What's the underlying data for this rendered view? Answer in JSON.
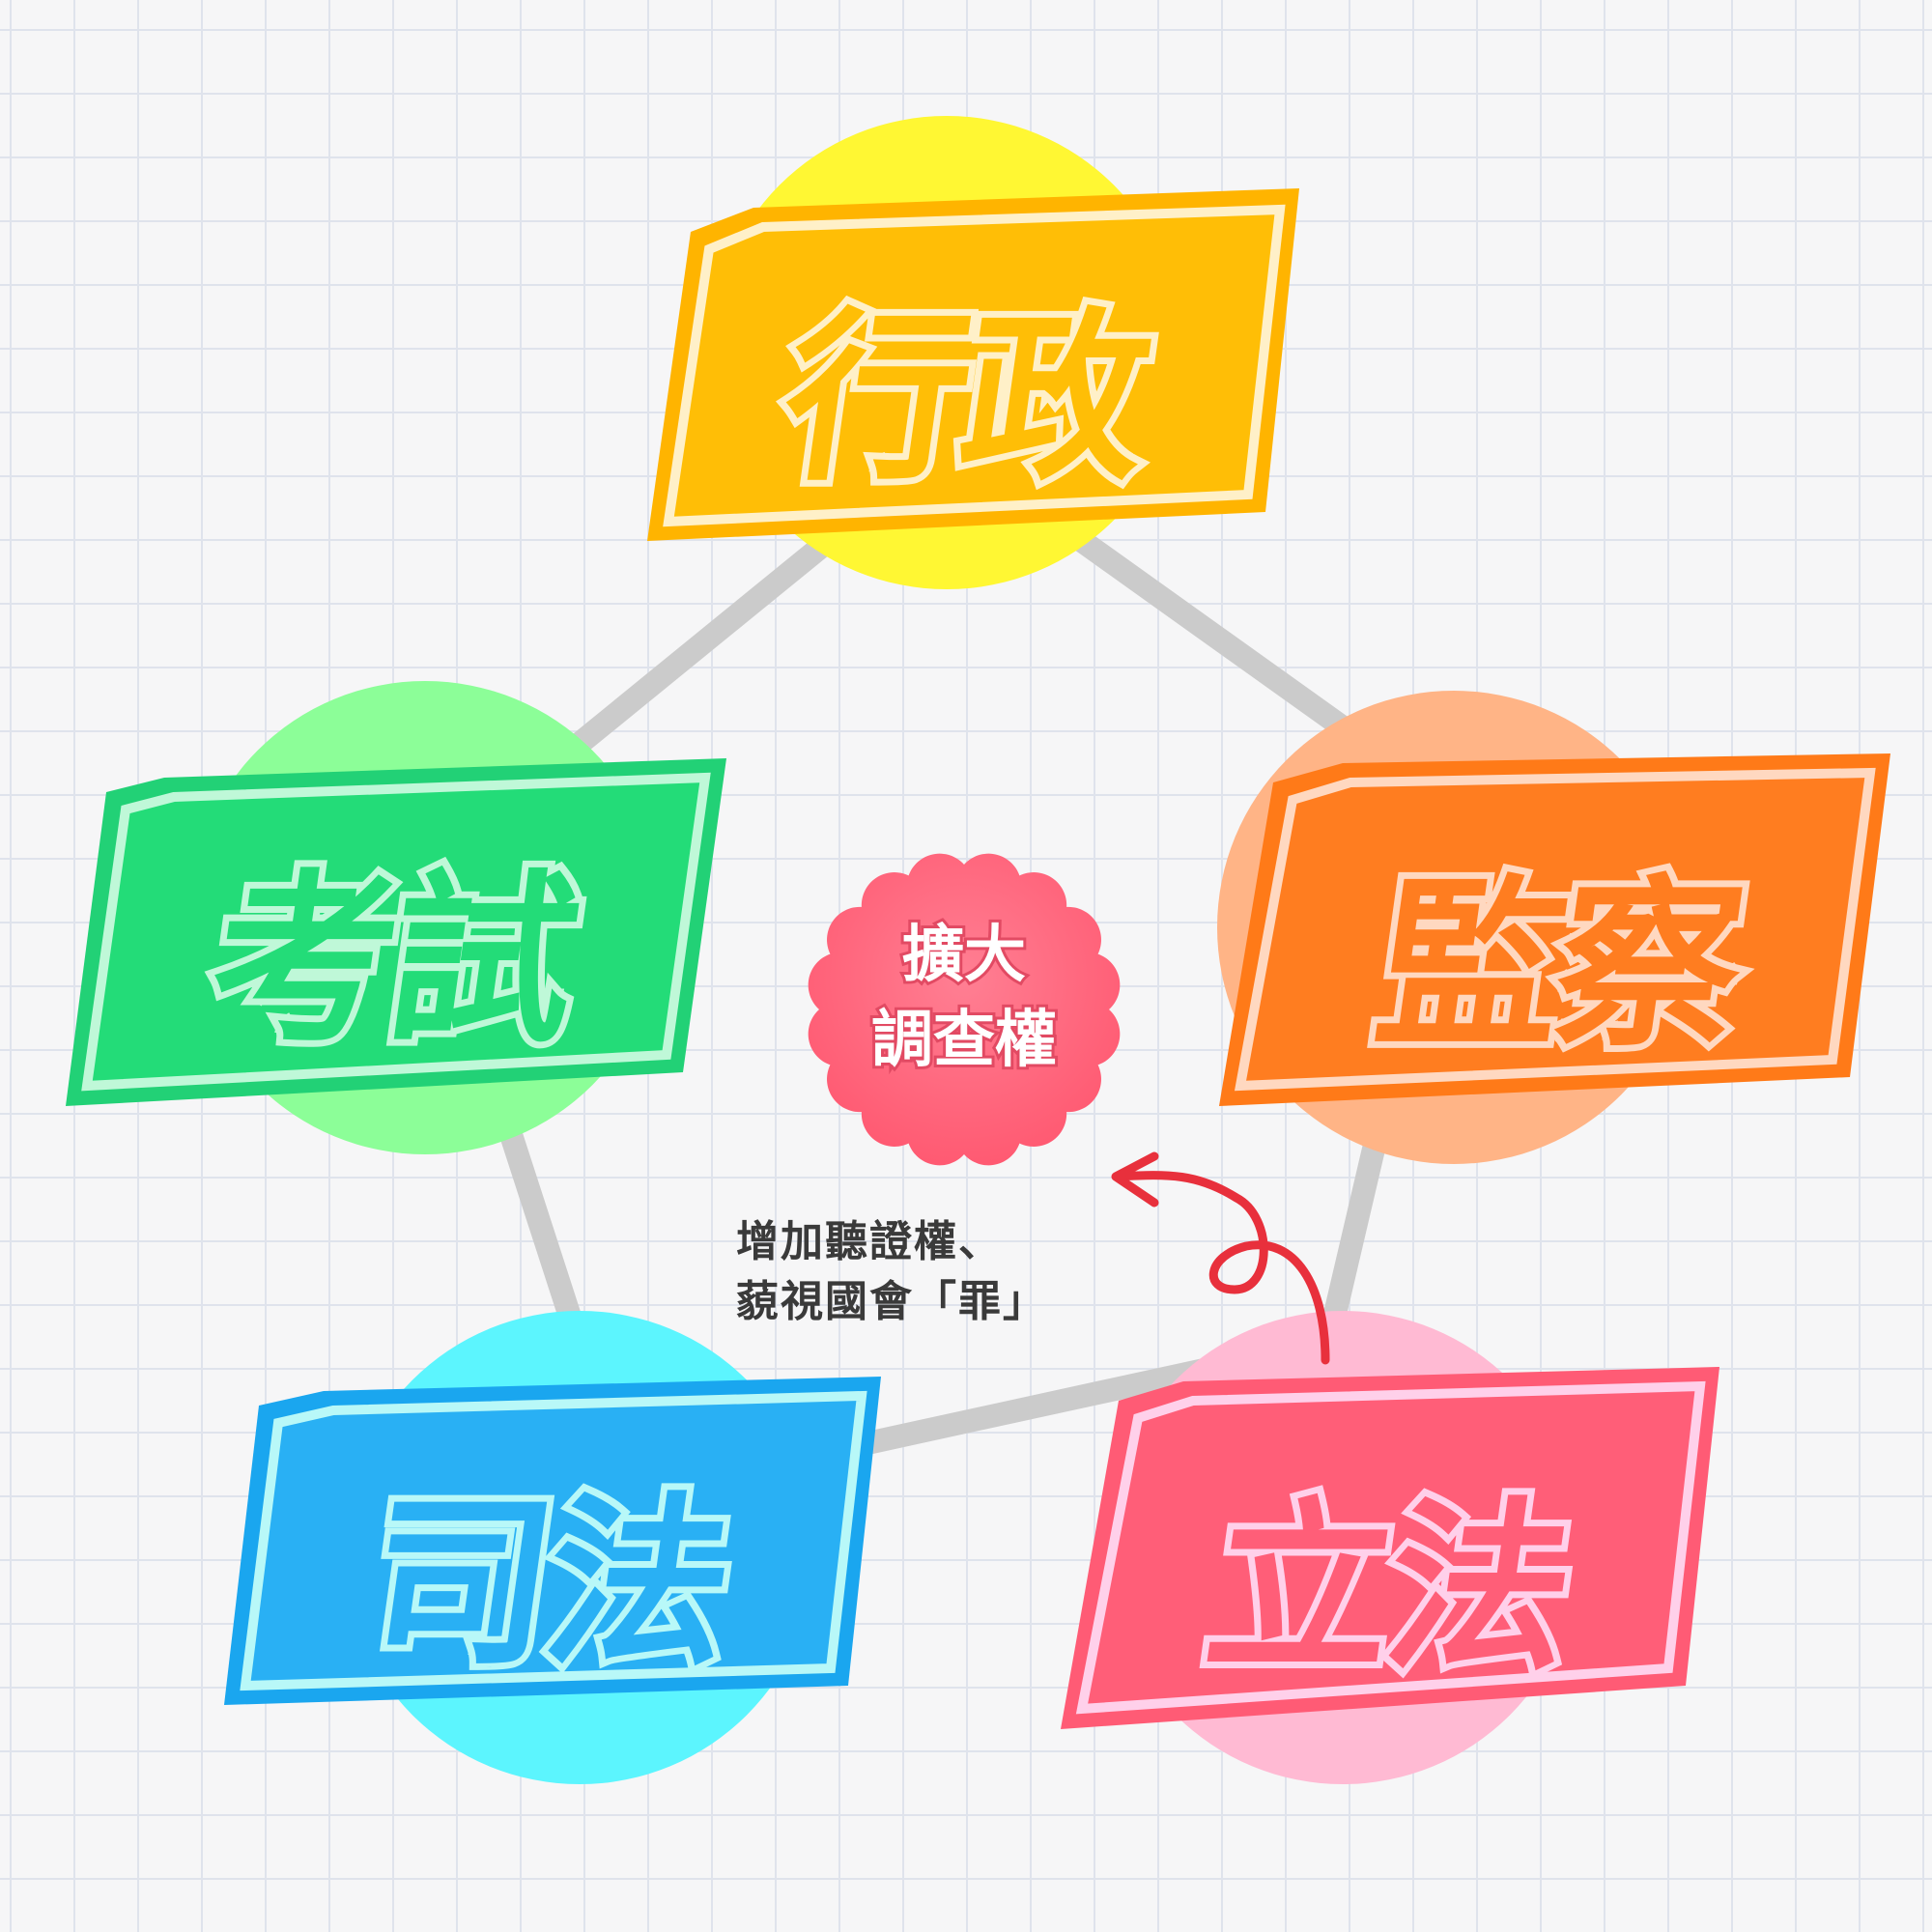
{
  "branches": {
    "executive": {
      "label": "行政",
      "fill": "#ffbe06",
      "outline": "#fff0c8",
      "border": "#ffb400",
      "circle": "#fff733"
    },
    "control": {
      "label": "監察",
      "fill": "#ff7d20",
      "outline": "#ffd8c0",
      "border": "#ff7a18",
      "circle": "#ffb486"
    },
    "legislative": {
      "label": "立法",
      "fill": "#ff5e78",
      "outline": "#ffd0ea",
      "border": "#ff5b75",
      "circle": "#ffbad3"
    },
    "judicial": {
      "label": "司法",
      "fill": "#29b0f4",
      "outline": "#b8f8f8",
      "border": "#1aa6ef",
      "circle": "#5cf5fe"
    },
    "examination": {
      "label": "考試",
      "fill": "#23dc78",
      "outline": "#bff8d8",
      "border": "#22d176",
      "circle": "#8cfe98"
    }
  },
  "center_badge": {
    "line1": "擴大",
    "line2": "調查權",
    "color": "#ff6c82"
  },
  "annotation": {
    "line1": "增加聽證權、",
    "line2": "藐視國會「罪」",
    "arrow_color": "#e8303c"
  },
  "connector_color": "#cbcbcb"
}
